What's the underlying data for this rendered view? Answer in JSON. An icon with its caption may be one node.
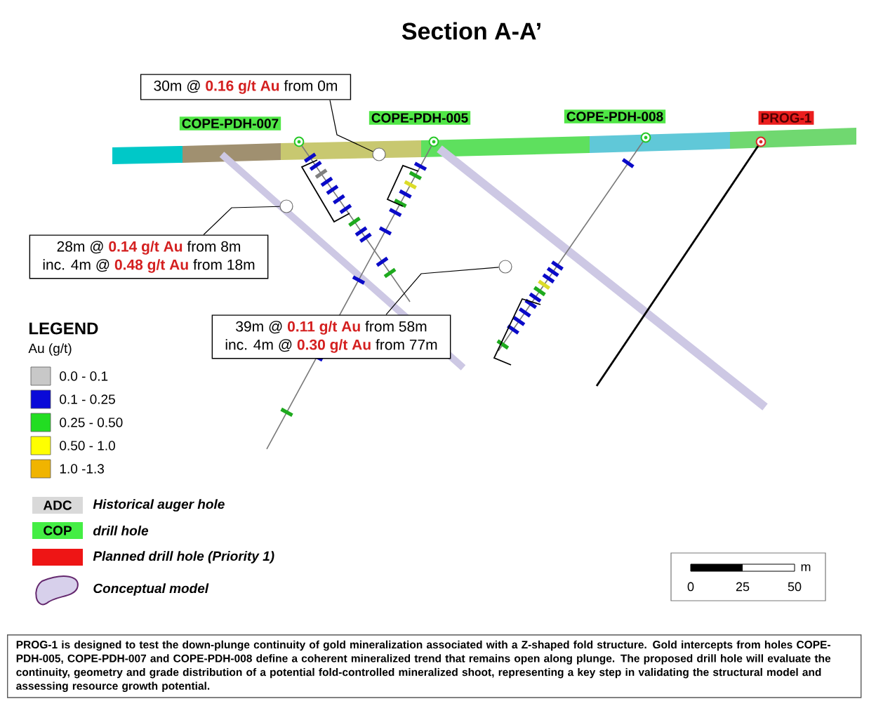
{
  "diagram": {
    "title": "Section A-A’",
    "caption": "PROG-1 is designed to test the down-plunge continuity of gold mineralization associated with a Z-shaped fold structure. Gold intercepts from holes COPE-PDH-005, COPE-PDH-007 and COPE-PDH-008 define a coherent mineralized trend that remains open along plunge. The proposed drill hole will evaluate the continuity, geometry and grade distribution of a potential fold-controlled mineralized shoot, representing a key step in validating the structural model and assessing resource growth potential.",
    "nodes": [
      {
        "text": [
          "30m @ **0.16 g/t Au** from 0m"
        ]
      },
      {
        "text": [
          "COPE-PDH-007"
        ]
      },
      {
        "text": [
          "COPE-PDH-005"
        ]
      },
      {
        "text": [
          "COPE-PDH-008"
        ]
      },
      {
        "text": [
          "PROG-1"
        ]
      },
      {
        "text": [],
        "shape": "circle"
      },
      {
        "text": [],
        "shape": "circle"
      },
      {
        "text": [
          "28m @ **0.14 g/t Au** from 8m",
          "inc. 4m @ **0.48 g/t Au** from 18m"
        ]
      },
      {
        "text": [],
        "shape": "circle"
      },
      {
        "text": [
          "39m @ **0.11 g/t Au** from 58m",
          "inc. 4m @ **0.30 g/t Au** from 77m"
        ]
      }
    ],
    "edges": [
      {
        "from": 0,
        "to": 5,
        "arrow": "none"
      },
      {
        "from": 7,
        "to": 6,
        "arrow": "none"
      },
      {
        "from": 9,
        "to": 8,
        "arrow": "none"
      }
    ],
    "labels": [
      "LEGEND",
      "Au (g/t)",
      "ADC",
      "COP",
      "m",
      "0",
      "25",
      "50"
    ],
    "legend": [
      {
        "text": "0.0 - 0.1",
        "color": "#c8c8c8"
      },
      {
        "text": "0.1 - 0.25",
        "color": "#0a0ad8"
      },
      {
        "text": "0.25 - 0.50",
        "color": "#22dd22"
      },
      {
        "text": "0.50 - 1.0",
        "color": "#ffff00"
      },
      {
        "text": "1.0 -1.3",
        "color": "#f0b400"
      },
      {
        "text": "Historical auger hole",
        "color": "#d9d9d9"
      },
      {
        "text": "drill hole",
        "color": "#44ee44"
      },
      {
        "text": "Planned drill hole (Priority 1)",
        "color": "#ee1515"
      },
      {
        "text": "Conceptual model"
      }
    ]
  }
}
